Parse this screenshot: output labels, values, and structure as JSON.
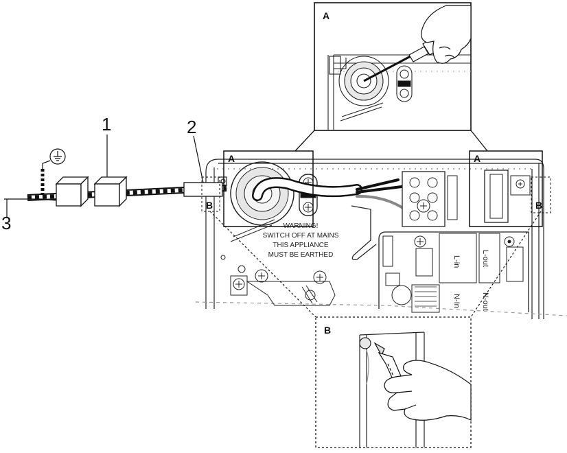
{
  "callouts": {
    "one": "1",
    "two": "2",
    "three": "3"
  },
  "inset_tags": {
    "a": "A",
    "b": "B"
  },
  "warning": [
    "WARNING!",
    "SWITCH OFF AT MAINS",
    "THIS APPLIANCE",
    "MUST BE EARTHED"
  ],
  "terminals": {
    "l_out": "L-out",
    "l_in": "L-in",
    "n_in": "N-In",
    "n_out": "N-out"
  },
  "icons": [
    "earth-symbol-icon",
    "screwdriver-icon",
    "utility-knife-icon"
  ],
  "colors": {
    "line": "#111111",
    "grey": "#888888",
    "light": "#d9d9d9"
  }
}
